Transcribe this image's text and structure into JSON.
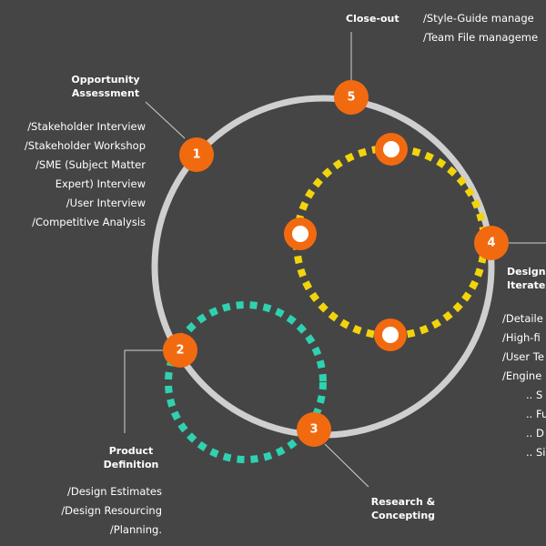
{
  "colors": {
    "background": "#454545",
    "main_ring": "#cfcfcf",
    "node": "#f26a10",
    "design_loop": "#f2d40c",
    "definition_loop": "#2fd1b0",
    "text": "#ffffff",
    "leader": "#cfcfcf"
  },
  "nodes": [
    {
      "number": "1",
      "title": [
        "Opportunity",
        "Assessment"
      ],
      "items": [
        "/Stakeholder Interview",
        "/Stakeholder Workshop",
        "/SME (Subject Matter",
        "Expert) Interview",
        "/User Interview",
        "/Competitive Analysis"
      ]
    },
    {
      "number": "2",
      "title": [
        "Product",
        "Definition"
      ],
      "items": [
        "/Design Estimates",
        "/Design Resourcing",
        "/Planning."
      ]
    },
    {
      "number": "3",
      "title": [
        "Research &",
        "Concepting"
      ],
      "items": []
    },
    {
      "number": "4",
      "title": [
        "Design",
        "Iterate"
      ],
      "items": [
        "/Detaile",
        "/High-fi",
        "/User Te",
        "/Engine",
        ".. S",
        ".. Fu",
        ".. D",
        ".. Si"
      ]
    },
    {
      "number": "5",
      "title": [
        "Close-out"
      ],
      "items": [
        "/Style-Guide manage",
        "/Team File manageme"
      ]
    }
  ]
}
